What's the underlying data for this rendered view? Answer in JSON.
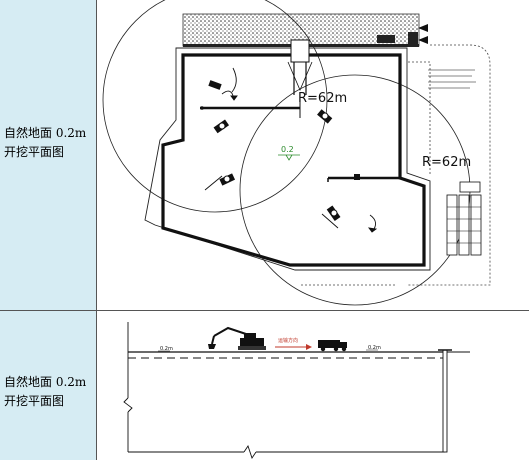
{
  "rows": [
    {
      "label_line1": "自然地面 0.2m",
      "label_line2": "开挖平面图"
    },
    {
      "label_line1": "自然地面 0.2m",
      "label_line2": "开挖平面图"
    }
  ],
  "plan": {
    "radius_label_1": "R=62m",
    "radius_label_2": "R=62m",
    "elevation_mark": "0.2"
  },
  "section": {
    "level_left": "0.2m",
    "level_right": "0.2m",
    "arrow_text": "运输方向"
  }
}
